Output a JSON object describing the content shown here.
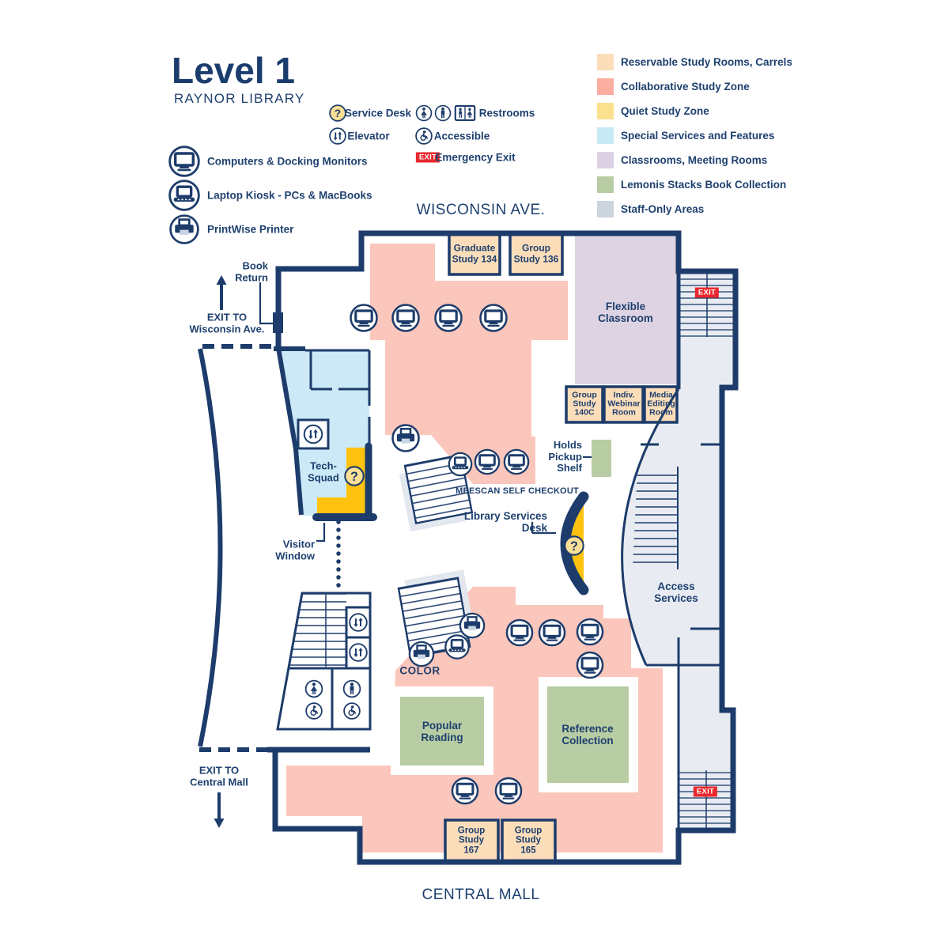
{
  "header": {
    "title": "Level 1",
    "subtitle": "RAYNOR LIBRARY"
  },
  "streets": {
    "top": "WISCONSIN AVE.",
    "bottom": "CENTRAL MALL"
  },
  "icon_legend": [
    {
      "icon": "service-desk-icon",
      "label": "Service Desk"
    },
    {
      "icon": "restrooms-icons",
      "label": "Restrooms"
    },
    {
      "icon": "elevator-icon",
      "label": "Elevator"
    },
    {
      "icon": "accessible-icon",
      "label": "Accessible"
    },
    {
      "icon": "emergency-exit-badge",
      "label": "Emergency Exit"
    }
  ],
  "device_legend": [
    {
      "icon": "computer-icon",
      "label": "Computers & Docking Monitors"
    },
    {
      "icon": "laptop-icon",
      "label": "Laptop Kiosk - PCs & MacBooks"
    },
    {
      "icon": "printer-icon",
      "label": "PrintWise Printer"
    }
  ],
  "zone_legend": [
    {
      "color": "#fbddb9",
      "label": "Reservable Study Rooms, Carrels"
    },
    {
      "color": "#fbada0",
      "label": "Collaborative Study Zone"
    },
    {
      "color": "#fbe18d",
      "label": "Quiet Study Zone"
    },
    {
      "color": "#c7e8f5",
      "label": "Special Services and Features"
    },
    {
      "color": "#ddd2e3",
      "label": "Classrooms, Meeting Rooms"
    },
    {
      "color": "#b8cda3",
      "label": "Lemonis Stacks Book Collection"
    },
    {
      "color": "#ccd4dd",
      "label": "Staff-Only Areas"
    }
  ],
  "map_colors": {
    "wall_navy": "#1d3c6b",
    "collaborative_pink": "#fbc6bb",
    "reservable_peach": "#fbddb9",
    "quiet_gold": "#ffc20e",
    "special_blue": "#cbe9f6",
    "classroom_purple": "#ddd3e2",
    "stacks_green": "#b8cda3",
    "staff_gray": "#e8ecf2",
    "exit_red": "#e8282d"
  },
  "rooms": {
    "graduate_study_134": "Graduate\nStudy 134",
    "group_study_136": "Group\nStudy 136",
    "flexible_classroom": "Flexible\nClassroom",
    "group_study_140c": "Group\nStudy\n140C",
    "indiv_webinar_room": "Indiv.\nWebinar\nRoom",
    "media_editing_room": "Media\nEditing\nRoom",
    "holds_pickup_shelf": "Holds\nPickup\nShelf",
    "library_services_desk": "Library Services\nDesk",
    "access_services": "Access\nServices",
    "popular_reading": "Popular\nReading",
    "reference_collection": "Reference\nCollection",
    "group_study_167": "Group\nStudy\n167",
    "group_study_165": "Group\nStudy\n165",
    "tech_squad": "Tech-\nSquad",
    "meescan": "MEESCAN SELF CHECKOUT",
    "color_printer": "COLOR"
  },
  "annotations": {
    "book_return": "Book\nReturn",
    "visitor_window": "Visitor\nWindow",
    "exit_wisconsin": "EXIT TO\nWisconsin Ave.",
    "exit_central": "EXIT TO\nCentral Mall",
    "exit": "EXIT"
  }
}
